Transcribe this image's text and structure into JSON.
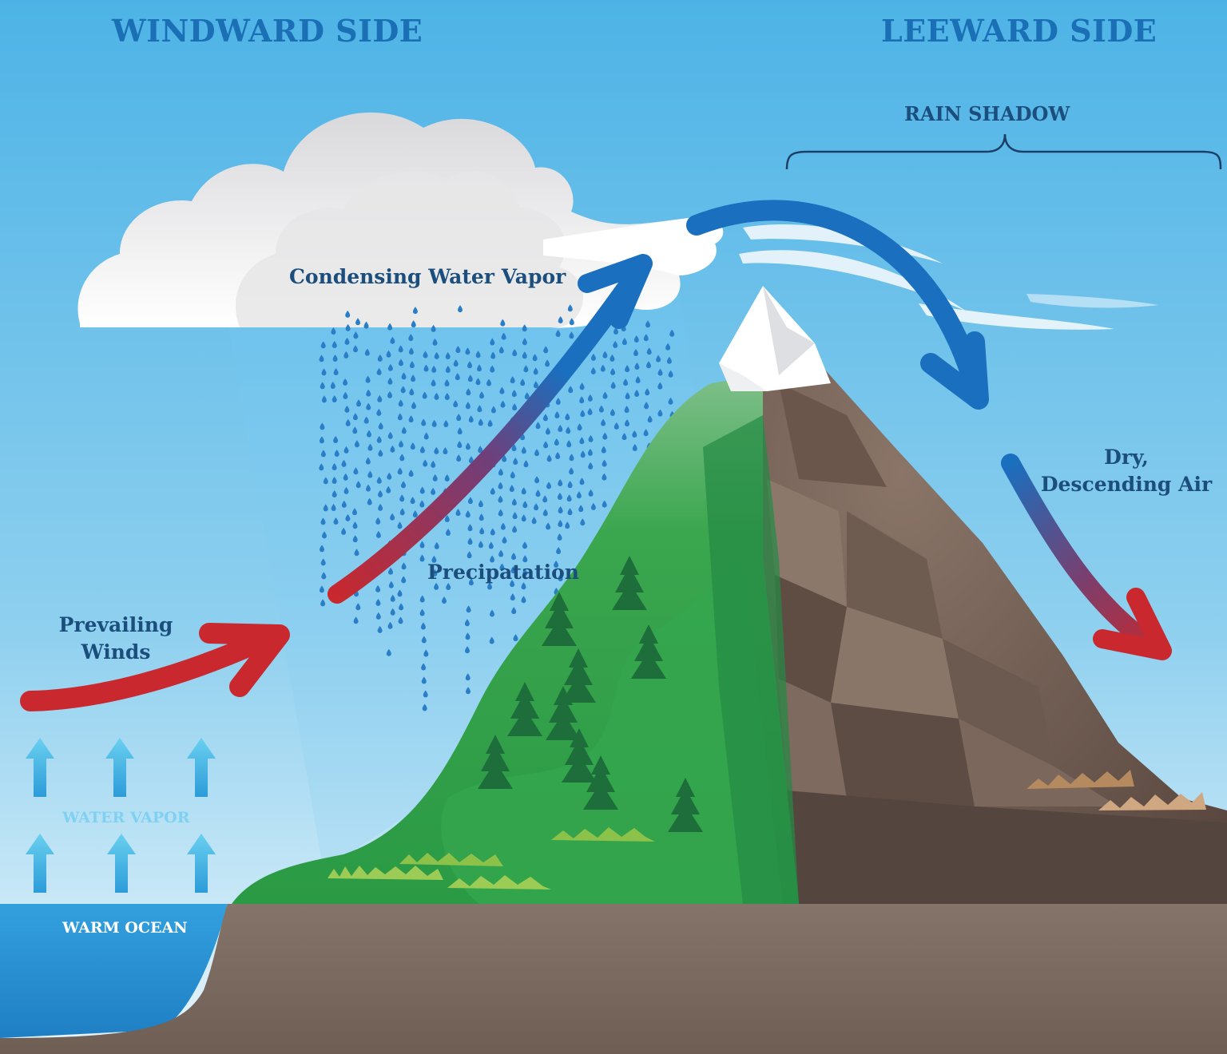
{
  "headers": {
    "windward": "WINDWARD SIDE",
    "leeward": "LEEWARD SIDE"
  },
  "labels": {
    "rain_shadow": "RAIN SHADOW",
    "condensing": "Condensing Water Vapor",
    "precipitation": "Precipatation",
    "prevailing_line1": "Prevailing",
    "prevailing_line2": "Winds",
    "dry_line1": "Dry,",
    "dry_line2": "Descending Air",
    "water_vapor": "WATER VAPOR",
    "warm_ocean": "WARM OCEAN"
  },
  "colors": {
    "sky_top": "#4db3e6",
    "sky_bottom": "#e6f4fb",
    "ocean": "#2c93d6",
    "ground": "#7d6c60",
    "mountain_green": "#2e9a4a",
    "mountain_rock": "#7a6558",
    "warm_arrow": "#c8282e",
    "cool_arrow": "#1a6fbf",
    "header_text": "#1a6fb5",
    "label_text": "#1b4e7c"
  }
}
